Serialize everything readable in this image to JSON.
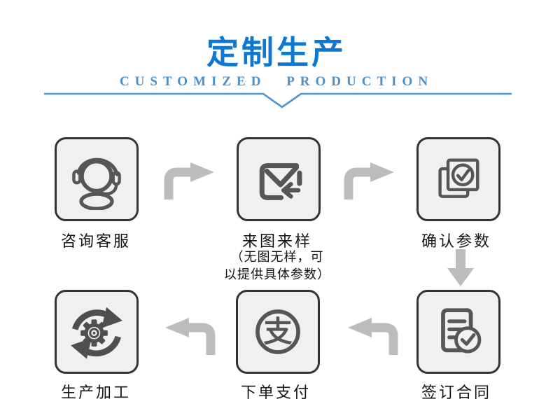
{
  "header": {
    "title": "定制生产",
    "subtitle": "CUSTOMIZED PRODUCTION"
  },
  "steps": [
    {
      "label": "咨询客服",
      "icon": "headset-icon"
    },
    {
      "label": "来图来样",
      "icon": "incoming-mail-icon",
      "note_line1": "（无图无样，可",
      "note_line2": "以提供具体参数）",
      "icon_char": ""
    },
    {
      "label": "确认参数",
      "icon": "documents-check-icon"
    },
    {
      "label": "签订合同",
      "icon": "contract-check-icon"
    },
    {
      "label": "下单支付",
      "icon": "alipay-pay-icon",
      "icon_char": "支"
    },
    {
      "label": "生产加工",
      "icon": "production-gears-icon"
    }
  ],
  "colors": {
    "title_blue": "#0e78d0",
    "subtitle_blue": "#4b90c8",
    "divider_blue": "#4d94d4",
    "arrow_gray": "#bcbcbc",
    "icon_gray": "#565658",
    "box_fill": "#f0f0ee",
    "box_border": "#333333",
    "label_color": "#141414"
  }
}
